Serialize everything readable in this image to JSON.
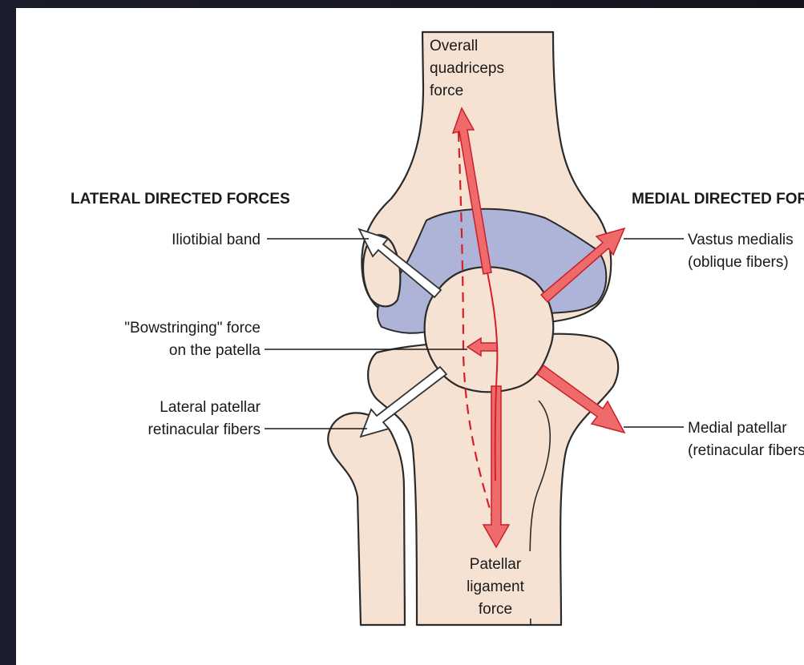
{
  "headings": {
    "lateral": "LATERAL DIRECTED FORCES",
    "medial": "MEDIAL DIRECTED FORCES"
  },
  "labels": {
    "quadriceps": [
      "Overall",
      "quadriceps",
      "force"
    ],
    "patellar_ligament": [
      "Patellar",
      "ligament",
      "force"
    ],
    "iliotibial": "Iliotibial band",
    "bowstringing": [
      "\"Bowstringing\" force",
      "on the patella"
    ],
    "lateral_retinacular": [
      "Lateral patellar",
      "retinacular fibers"
    ],
    "vastus_medialis": [
      "Vastus medialis",
      "(oblique fibers)"
    ],
    "medial_retinacular": [
      "Medial patellar",
      "(retinacular fibers)"
    ]
  },
  "colors": {
    "bone": "#f6e2d3",
    "cartilage": "#aeb4d8",
    "force_arrow": "#ef6b6b",
    "force_outline": "#c8202a",
    "white_arrow": "#ffffff"
  }
}
